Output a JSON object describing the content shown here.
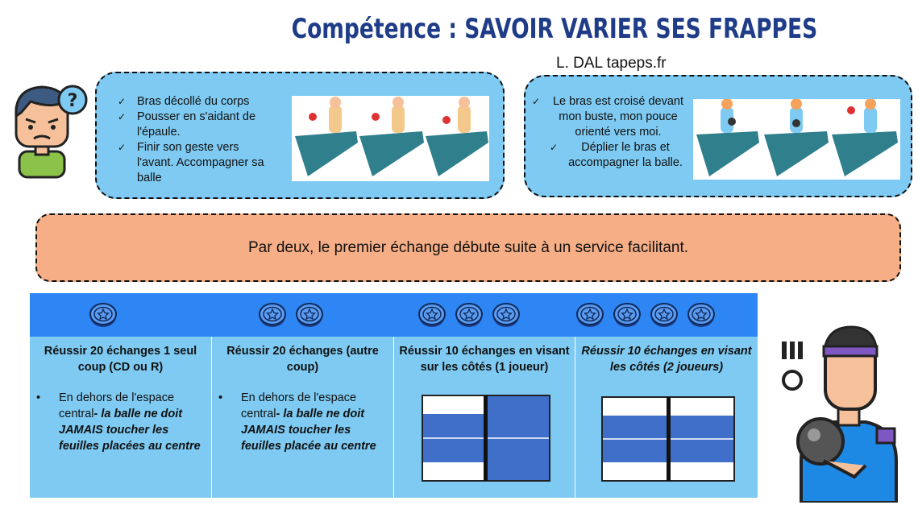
{
  "title": "Compétence : SAVOIR VARIER SES FRAPPES",
  "author": "L. DAL tapeps.fr",
  "box1": {
    "bullets": [
      "Bras décollé du corps",
      "Pousser en s'aidant de l'épaule.",
      "Finir son geste vers l'avant. Accompagner sa balle"
    ]
  },
  "box2": {
    "bullets": [
      "Le bras est croisé devant mon buste, mon pouce orienté vers moi.",
      "Déplier le bras et accompagner la balle."
    ]
  },
  "banner": "Par deux, le premier échange débute suite à un service facilitant.",
  "levels": [
    {
      "coins": 1,
      "title": "Réussir 20 échanges 1 seul coup (CD ou R)",
      "bullet": "•",
      "text_plain": "En dehors de l'espace central",
      "text_bold": "- la balle ne doit JAMAIS toucher les feuilles placées au centre"
    },
    {
      "coins": 2,
      "title": "Réussir 20 échanges (autre coup)",
      "bullet": "•",
      "text_plain": "En dehors de l'espace central",
      "text_bold": "- la balle ne doit JAMAIS toucher les feuilles placée au centre"
    },
    {
      "coins": 3,
      "title": "Réussir 10 échanges en visant sur les côtés (1 joueur)"
    },
    {
      "coins": 4,
      "title": "Réussir 10 échanges en visant les côtés (2 joueurs)"
    }
  ],
  "colors": {
    "box": "#7ecaf2",
    "banner": "#f5ae86",
    "header": "#2e86f5",
    "table": "#3f6fc8",
    "title": "#1f3c88"
  },
  "icons": {
    "thinking": "thinking-person-icon",
    "coin": "star-coin-icon",
    "player": "table-tennis-player-icon"
  }
}
